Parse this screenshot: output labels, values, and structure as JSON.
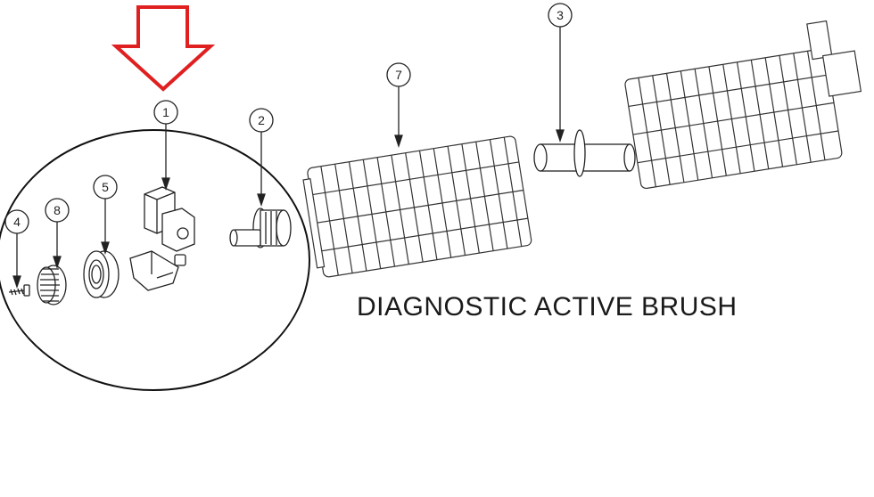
{
  "title": "DIAGNOSTIC ACTIVE BRUSH",
  "callouts": [
    {
      "id": "1",
      "part": "bracket"
    },
    {
      "id": "2",
      "part": "gear-shaft"
    },
    {
      "id": "3",
      "part": "axle"
    },
    {
      "id": "4",
      "part": "screw"
    },
    {
      "id": "5",
      "part": "bearing"
    },
    {
      "id": "7",
      "part": "brush"
    },
    {
      "id": "8",
      "part": "gear"
    }
  ],
  "highlight": {
    "target_callout": "1",
    "arrow_color": "#e02020"
  },
  "colors": {
    "line": "#222222",
    "grid": "#555555",
    "arrow": "#e02020"
  }
}
